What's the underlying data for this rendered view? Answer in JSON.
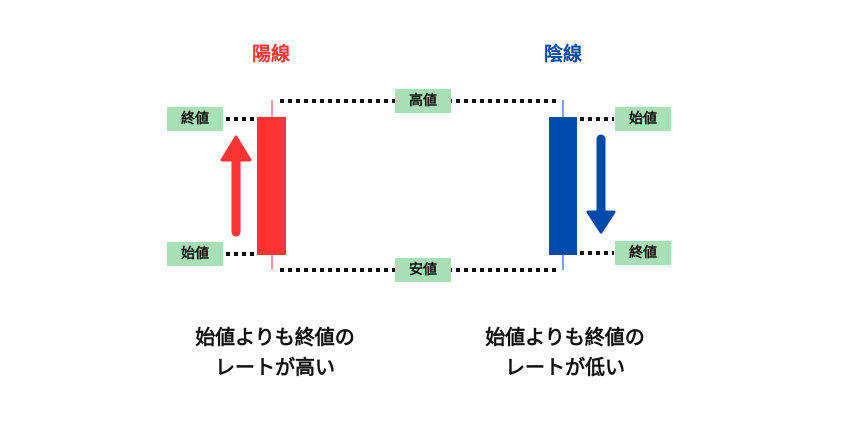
{
  "colors": {
    "bullish": "#ff3333",
    "bearish": "#0049ad",
    "tag_bg": "#a8dfb4",
    "text": "#111111"
  },
  "bullish": {
    "title": "陽線",
    "close_label": "終値",
    "open_label": "始値",
    "caption_line1": "始値よりも終値の",
    "caption_line2": "レートが高い"
  },
  "bearish": {
    "title": "陰線",
    "open_label": "始値",
    "close_label": "終値",
    "caption_line1": "始値よりも終値の",
    "caption_line2": "レートが低い"
  },
  "center": {
    "high_label": "高値",
    "low_label": "安値"
  },
  "icons": {
    "bullish_arrow": "arrow-up-icon",
    "bearish_arrow": "arrow-down-icon"
  }
}
